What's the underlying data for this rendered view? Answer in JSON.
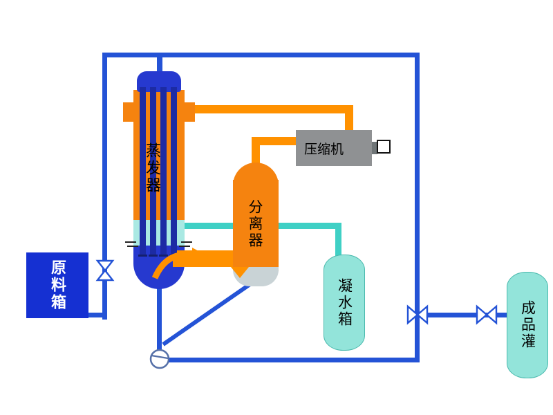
{
  "labels": {
    "evaporator": "蒸发器",
    "separator": "分离器",
    "compressor": "压缩机",
    "raw_material_tank": "原料箱",
    "condensate_tank": "凝水箱",
    "product_tank": "成品灌"
  },
  "colors": {
    "pipe-blue": "#2453d6",
    "vessel-blue": "#2639cf",
    "tank-blue": "#1530d2",
    "orange": "#f5830f",
    "orange-pipe": "#ff9100",
    "cyan-pipe": "#3fd0c5",
    "tank-cyan": "#93e4da",
    "evap-cyan": "#a9e9e3",
    "gray": "#8f9193",
    "sep-bottom": "#c9d3d6",
    "tube-navy": "#1c2ba4"
  }
}
